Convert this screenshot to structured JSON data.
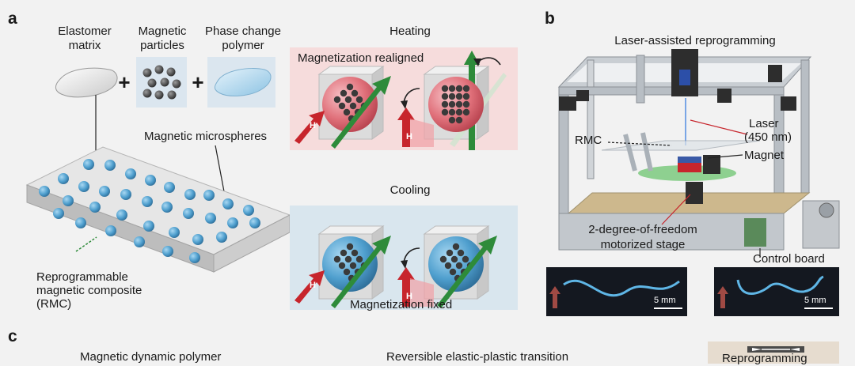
{
  "panel_a": {
    "letter": "a",
    "elastomer": [
      "Elastomer",
      "matrix"
    ],
    "particles": [
      "Magnetic",
      "particles"
    ],
    "pcp": [
      "Phase change",
      "polymer"
    ],
    "microspheres": "Magnetic microspheres",
    "rmc": [
      "Reprogrammable",
      "magnetic composite",
      "(RMC)"
    ],
    "heating": "Heating",
    "realigned": "Magnetization realigned",
    "cooling": "Cooling",
    "fixed": "Magnetization fixed",
    "field": "H",
    "plus": "+"
  },
  "panel_b": {
    "letter": "b",
    "title": "Laser-assisted reprogramming",
    "laser": [
      "Laser",
      "(450 nm)"
    ],
    "rmc": "RMC",
    "magnet": "Magnet",
    "stage": [
      "2-degree-of-freedom",
      "motorized stage"
    ],
    "control_board": "Control board",
    "scale1": "5 mm",
    "scale2": "5 mm"
  },
  "panel_c": {
    "letter": "c",
    "label1": "Magnetic dynamic polymer",
    "label2": "Reversible elastic-plastic transition",
    "label3": "Reprogramming"
  },
  "colors": {
    "sphere_blue": "#5aaad6",
    "heat_bg": "#f6dcdc",
    "cool_bg": "#d9e6ee",
    "arrow_green": "#2e8b3a",
    "arrow_red": "#c7252c",
    "sphere_red": "#e0707a"
  }
}
